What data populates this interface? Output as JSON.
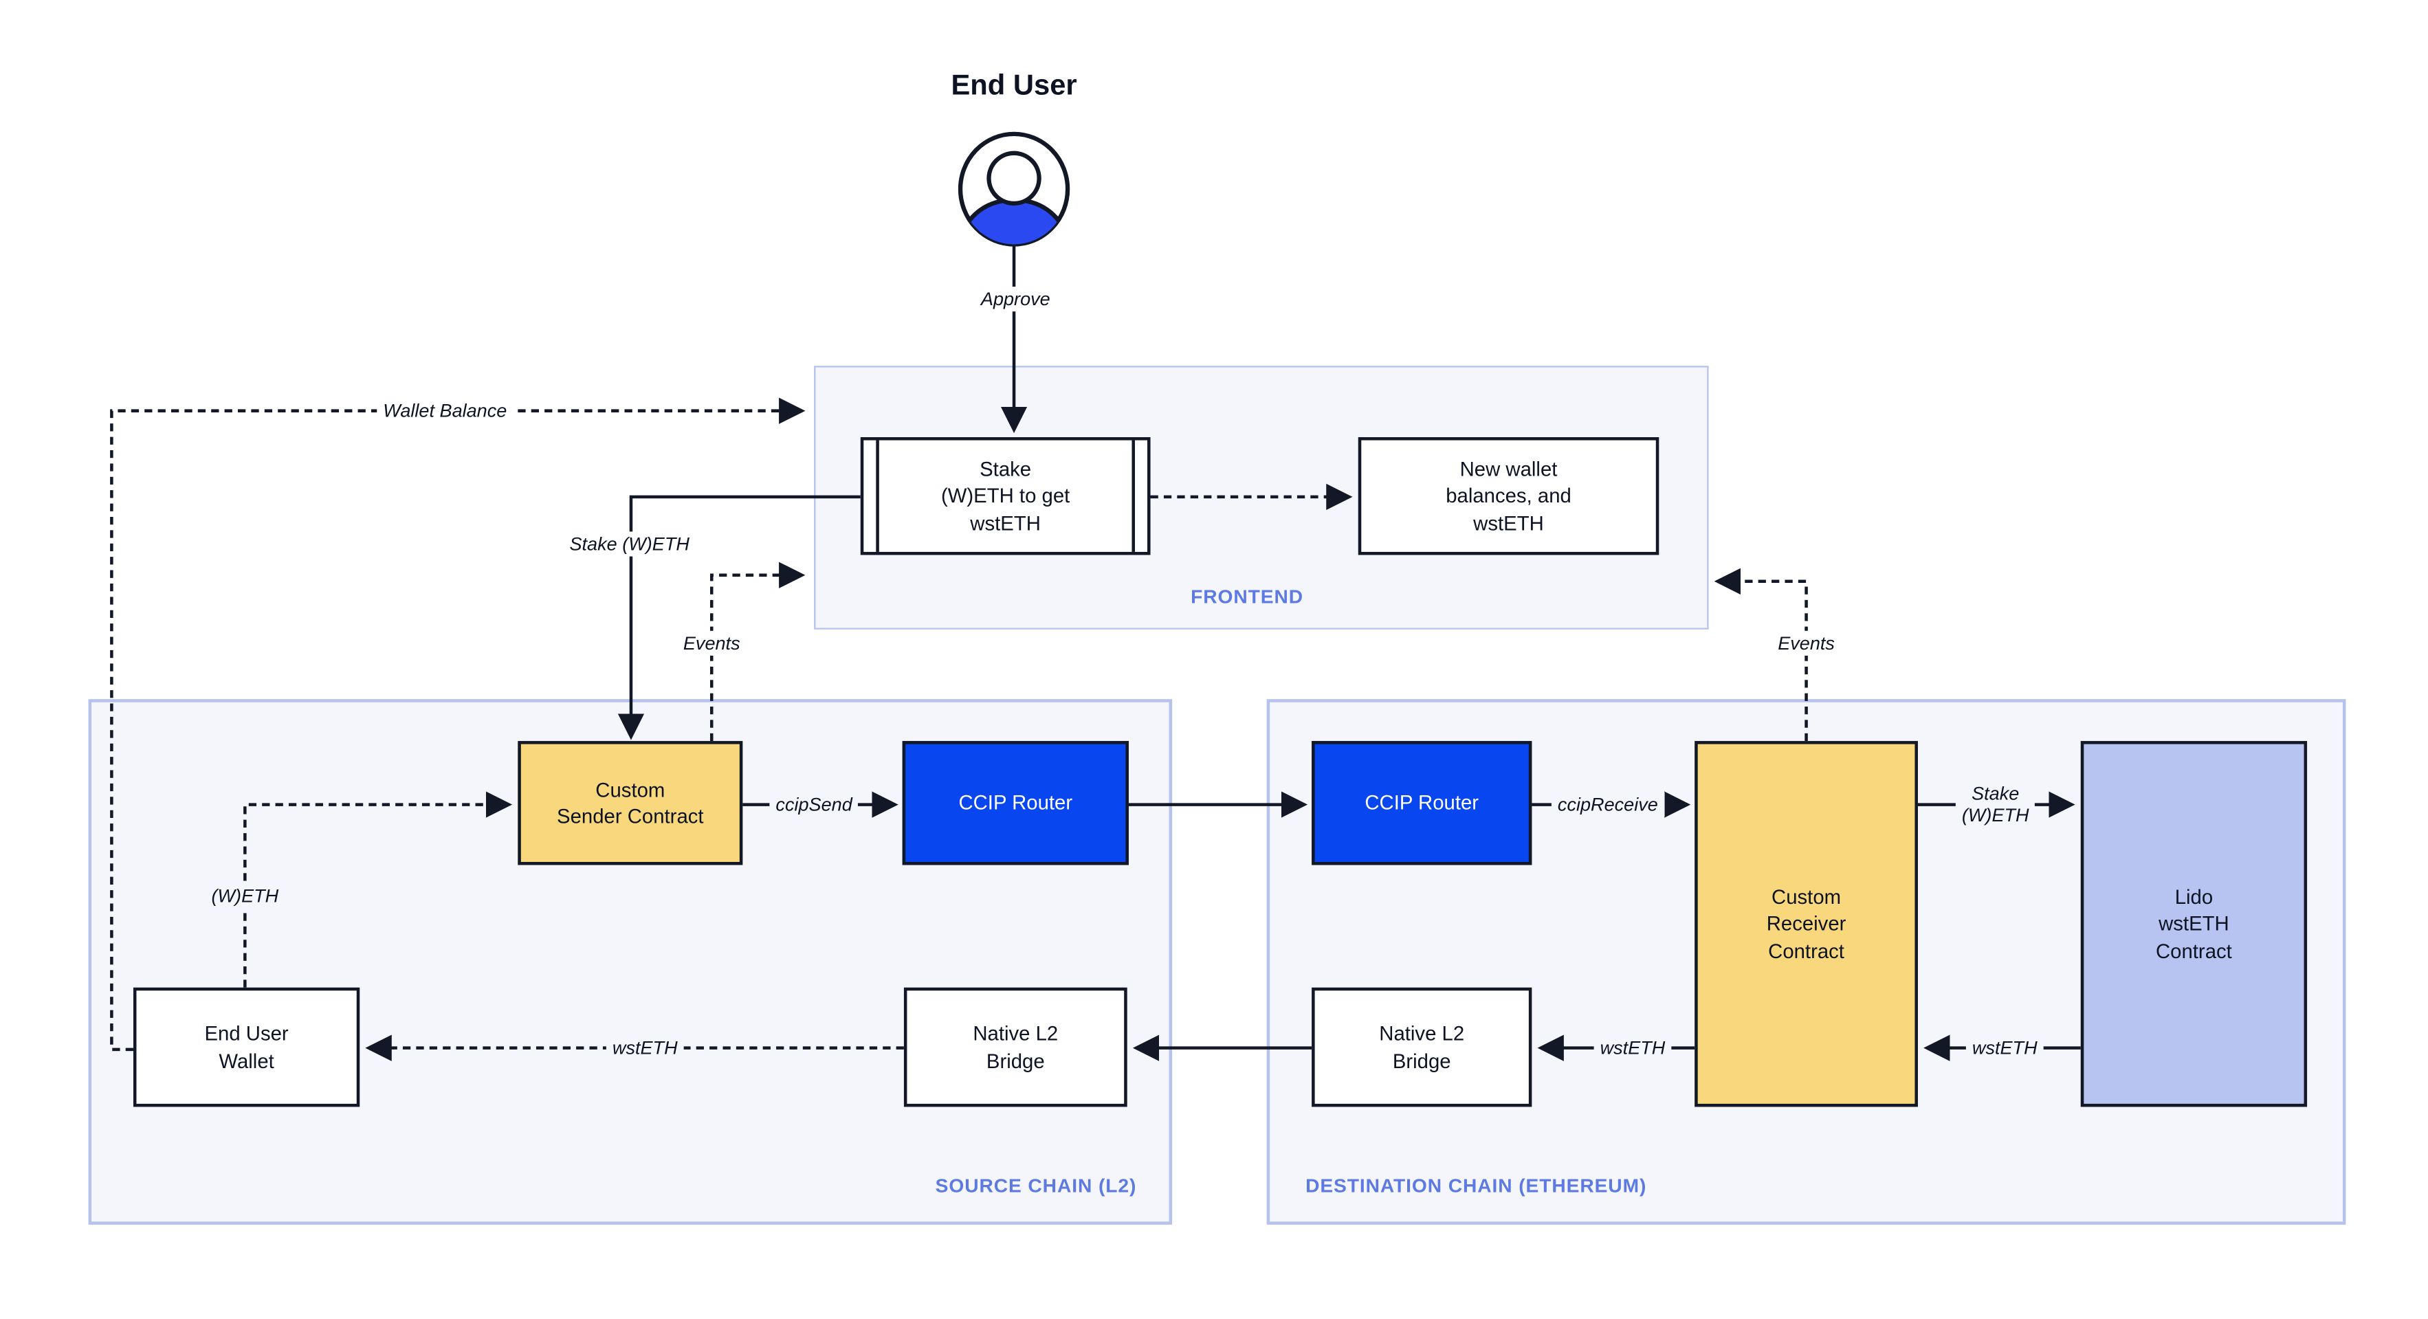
{
  "title": {
    "end_user": "End User"
  },
  "colors": {
    "line_dark": "#121826",
    "node_yellow": "#f8d77d",
    "node_blue": "#0847f0",
    "node_lavender": "#b7c4f1",
    "container_bg": "#f4f6fc",
    "container_border": "#b5c2ee",
    "container_label_blue": "#5c7ae2",
    "avatar_blue": "#2b49f0"
  },
  "frontend": {
    "label": "FRONTEND",
    "stake_box": "Stake\n(W)ETH to get\nwstETH",
    "new_wallet_box": "New wallet\nbalances, and\nwstETH"
  },
  "source_chain": {
    "label": "SOURCE CHAIN (L2)",
    "custom_sender": "Custom\nSender Contract",
    "ccip_router": "CCIP Router",
    "end_user_wallet": "End User\nWallet",
    "native_bridge": "Native L2\nBridge"
  },
  "destination_chain": {
    "label": "DESTINATION CHAIN (ETHEREUM)",
    "ccip_router": "CCIP Router",
    "custom_receiver": "Custom\nReceiver\nContract",
    "lido_contract": "Lido\nwstETH\nContract",
    "native_bridge": "Native L2\nBridge"
  },
  "edge_labels": {
    "approve": "Approve",
    "wallet_balance": "Wallet Balance",
    "stake_weth": "Stake (W)ETH",
    "events_left": "Events",
    "events_right": "Events",
    "ccip_send": "ccipSend",
    "ccip_receive": "ccipReceive",
    "weth": "(W)ETH",
    "stake_weth_dest": "Stake\n(W)ETH",
    "wsteth_to_wallet": "wstETH",
    "wsteth_receiver_to_bridge": "wstETH",
    "wsteth_lido_to_receiver": "wstETH"
  }
}
